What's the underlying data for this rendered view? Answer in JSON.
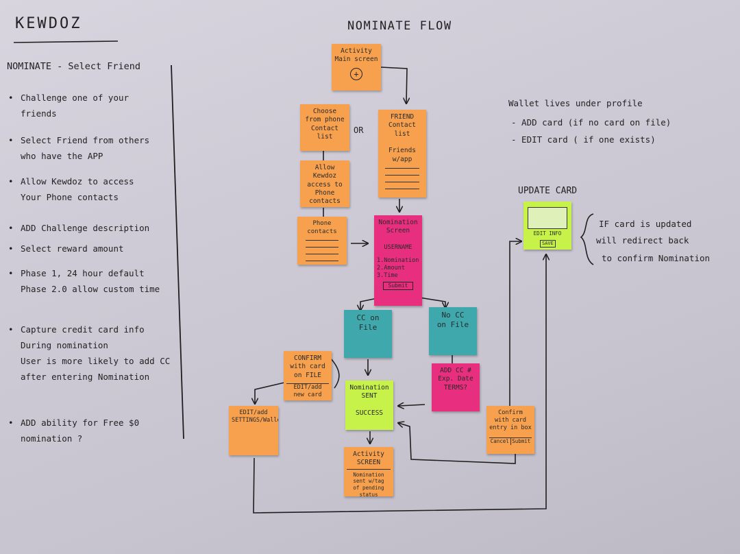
{
  "app_title": "KEWDOZ",
  "flow_title": "NOMINATE FLOW",
  "left_panel": {
    "heading": "NOMINATE - Select Friend",
    "items": [
      {
        "bullet": "•",
        "lines": [
          "Challenge one of your",
          "friends"
        ]
      },
      {
        "bullet": "•",
        "lines": [
          "Select Friend from others",
          "who have the APP"
        ]
      },
      {
        "bullet": "•",
        "lines": [
          "Allow Kewdoz to access",
          "Your Phone contacts"
        ]
      },
      {
        "bullet": "•",
        "lines": [
          "ADD Challenge description"
        ]
      },
      {
        "bullet": "•",
        "lines": [
          "Select reward amount"
        ]
      },
      {
        "bullet": "•",
        "lines": [
          "Phase 1, 24 hour default",
          "Phase 2.0 allow custom time"
        ]
      },
      {
        "bullet": "•",
        "lines": [
          "Capture credit card info",
          "During nomination",
          "User is more likely to add CC",
          "after entering Nomination"
        ]
      },
      {
        "bullet": "•",
        "lines": [
          "ADD ability for Free $0",
          "nomination ?"
        ]
      }
    ]
  },
  "wallet_note": {
    "line1": "Wallet lives under profile",
    "line2": "- ADD card  (if no card on file)",
    "line3": "- EDIT card  ( if one exists)"
  },
  "update_card": {
    "title": "UPDATE CARD",
    "edit_info": "EDIT INFO",
    "save": "SAVE",
    "note_lines": [
      "IF card is updated",
      "will redirect back",
      "to confirm Nomination"
    ]
  },
  "notes": {
    "activity_main": "Activity\nMain screen",
    "choose_contact": "Choose\nfrom phone\nContact\nlist",
    "or_label": "OR",
    "friend_list": "FRIEND\nContact\nlist\n\nFriends w/app",
    "allow_kewdoz": "Allow Kewdoz\naccess to Phone\ncontacts",
    "phone_contacts": "Phone contacts",
    "nomination_screen": "Nomination\nScreen",
    "nom_username": "USERNAME",
    "nom_fields": "1.Nomination\n2.Amount\n3.Time",
    "nom_submit": "Submit",
    "cc_on_file": "CC on\nFile",
    "no_cc": "No CC\non File",
    "confirm_card": "CONFIRM\nwith card\non FILE",
    "edit_add": "EDIT/add\nnew card",
    "add_cc": "ADD CC #\nExp. Date\nTERMS?",
    "nomination_sent": "Nomination\nSENT\n\nSUCCESS",
    "edit_settings": "EDIT/add\nSETTINGS/Wallet",
    "confirm_entry": "Confirm\nwith card\nentry in box",
    "cancel": "Cancel",
    "submit": "Submit",
    "activity_screen": "Activity\nSCREEN",
    "activity_sub": "Nomination\nsent w/tag\nof pending status"
  }
}
